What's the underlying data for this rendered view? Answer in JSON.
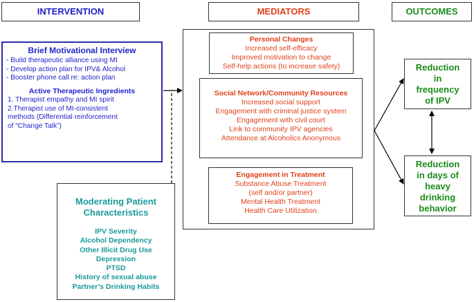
{
  "headers": {
    "intervention": "INTERVENTION",
    "mediators": "MEDIATORS",
    "outcomes": "OUTCOMES"
  },
  "intervention": {
    "title": "Brief Motivational Interview",
    "items": [
      "- Build therapeutic alliance using MI",
      "- Develop action plan for IPV& Alcohol",
      "- Booster phone call re: action plan"
    ],
    "ingredients_title": "Active Therapeutic Ingredients",
    "ingredients": [
      "1. Therapist empathy and MI spirit",
      "2.Therapist use of MI-consistent",
      "methods (Differential reinforcement",
      "of “Change Talk”)"
    ]
  },
  "moderating": {
    "title_line1": "Moderating Patient",
    "title_line2": "Characteristics",
    "items": [
      "IPV Severity",
      "Alcohol Dependency",
      "Other Illicit Drug Use",
      "Depression",
      "PTSD",
      "History of sexual abuse",
      "Partner’s Drinking Habits"
    ]
  },
  "mediators": {
    "personal": {
      "title": "Personal Changes",
      "items": [
        "Increased self-efficacy",
        "Improved motivation to change",
        "Self-help actions (to increase safety)"
      ]
    },
    "social": {
      "title": "Social Network/Community Resources",
      "items": [
        "Increased social support",
        "Engagement with criminal justice system",
        "Engagement with civil court",
        "Link to community IPV agencies",
        "Attendance at Alcoholics Anonymous"
      ]
    },
    "treatment": {
      "title": "Engagement in Treatment",
      "items": [
        "Substance Abuse Treatment",
        "(self and/or partner)",
        "Mental Health Treatment",
        "Health Care Utilization"
      ]
    }
  },
  "outcomes": {
    "ipv": [
      "Reduction",
      "in",
      "frequency",
      "of IPV"
    ],
    "drinking": [
      "Reduction",
      "in days of",
      "heavy",
      "drinking",
      "behavior"
    ]
  }
}
